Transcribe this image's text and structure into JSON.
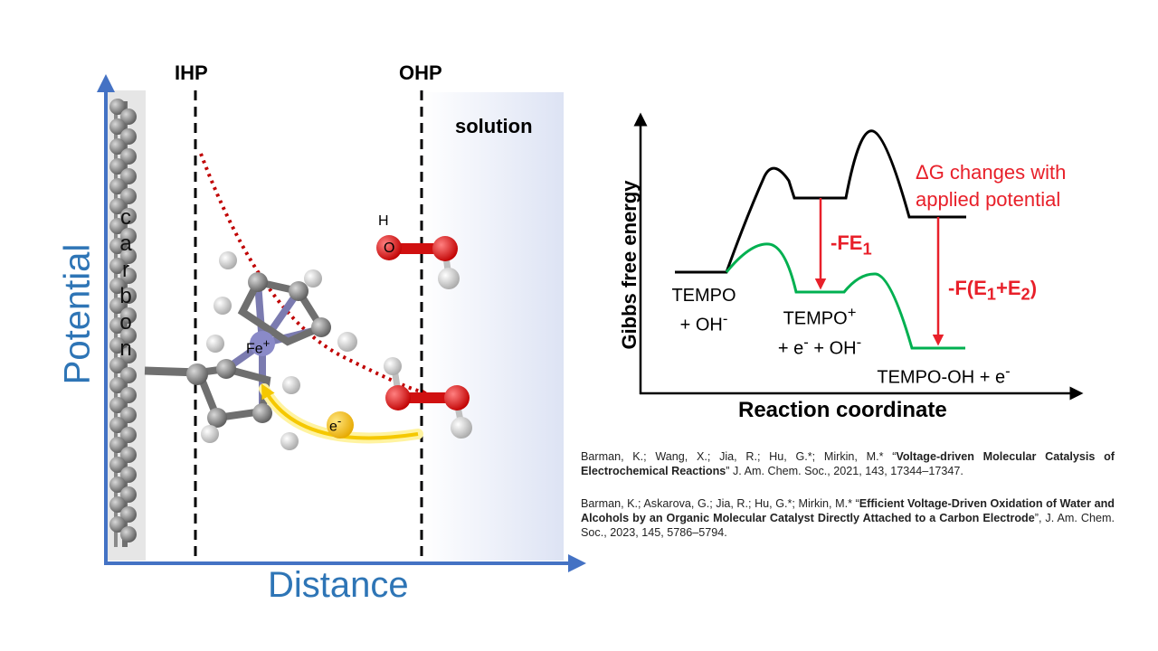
{
  "left_diagram": {
    "ihp_label": "IHP",
    "ohp_label": "OHP",
    "solution_label": "solution",
    "carbon_letters": [
      "c",
      "a",
      "r",
      "b",
      "o",
      "n"
    ],
    "fe_label": "Fe",
    "fe_charge": "+",
    "h_label": "H",
    "o_label": "O",
    "electron_label": "e",
    "electron_charge": "-",
    "y_axis_label": "Potential",
    "x_axis_label": "Distance",
    "colors": {
      "axis": "#4472c4",
      "axis_text": "#2e75b6",
      "potential_curve": "#c00000",
      "electron": "#ffc000"
    }
  },
  "energy_diagram": {
    "y_axis_label": "Gibbs free energy",
    "x_axis_label": "Reaction coordinate",
    "state1_line1": "TEMPO",
    "state1_line2": "+ OH",
    "state1_sup": "-",
    "state2_line1": "TEMPO",
    "state2_sup1": "+",
    "state2_line2a": "+ e",
    "state2_sup2": "-",
    "state2_line2b": " + OH",
    "state2_sup3": "-",
    "state3_text": "TEMPO-OH + e",
    "state3_sup": "-",
    "delta_g_line1": "ΔG changes with",
    "delta_g_line2": "applied potential",
    "fe1_main": "-FE",
    "fe1_sub": "1",
    "fe12_a": "-F(E",
    "fe12_sub1": "1",
    "fe12_b": "+E",
    "fe12_sub2": "2",
    "fe12_c": ")",
    "colors": {
      "black_curve": "#000000",
      "green_curve": "#00b050",
      "arrow": "#e8202a"
    }
  },
  "references": [
    {
      "authors": "Barman, K.; Wang, X.; Jia, R.; Hu, G.*; Mirkin, M.* “",
      "title": "Voltage-driven Molecular Catalysis of Electrochemical Reactions",
      "journal": "” J. Am. Chem. Soc., 2021, 143, 17344–17347."
    },
    {
      "authors": "Barman, K.; Askarova, G.; Jia, R.; Hu, G.*; Mirkin, M.* “",
      "title": "Efficient Voltage-Driven Oxidation of Water and Alcohols by an Organic Molecular Catalyst Directly Attached to a Carbon Electrode",
      "journal": "”, J. Am. Chem. Soc., 2023, 145, 5786–5794."
    }
  ]
}
